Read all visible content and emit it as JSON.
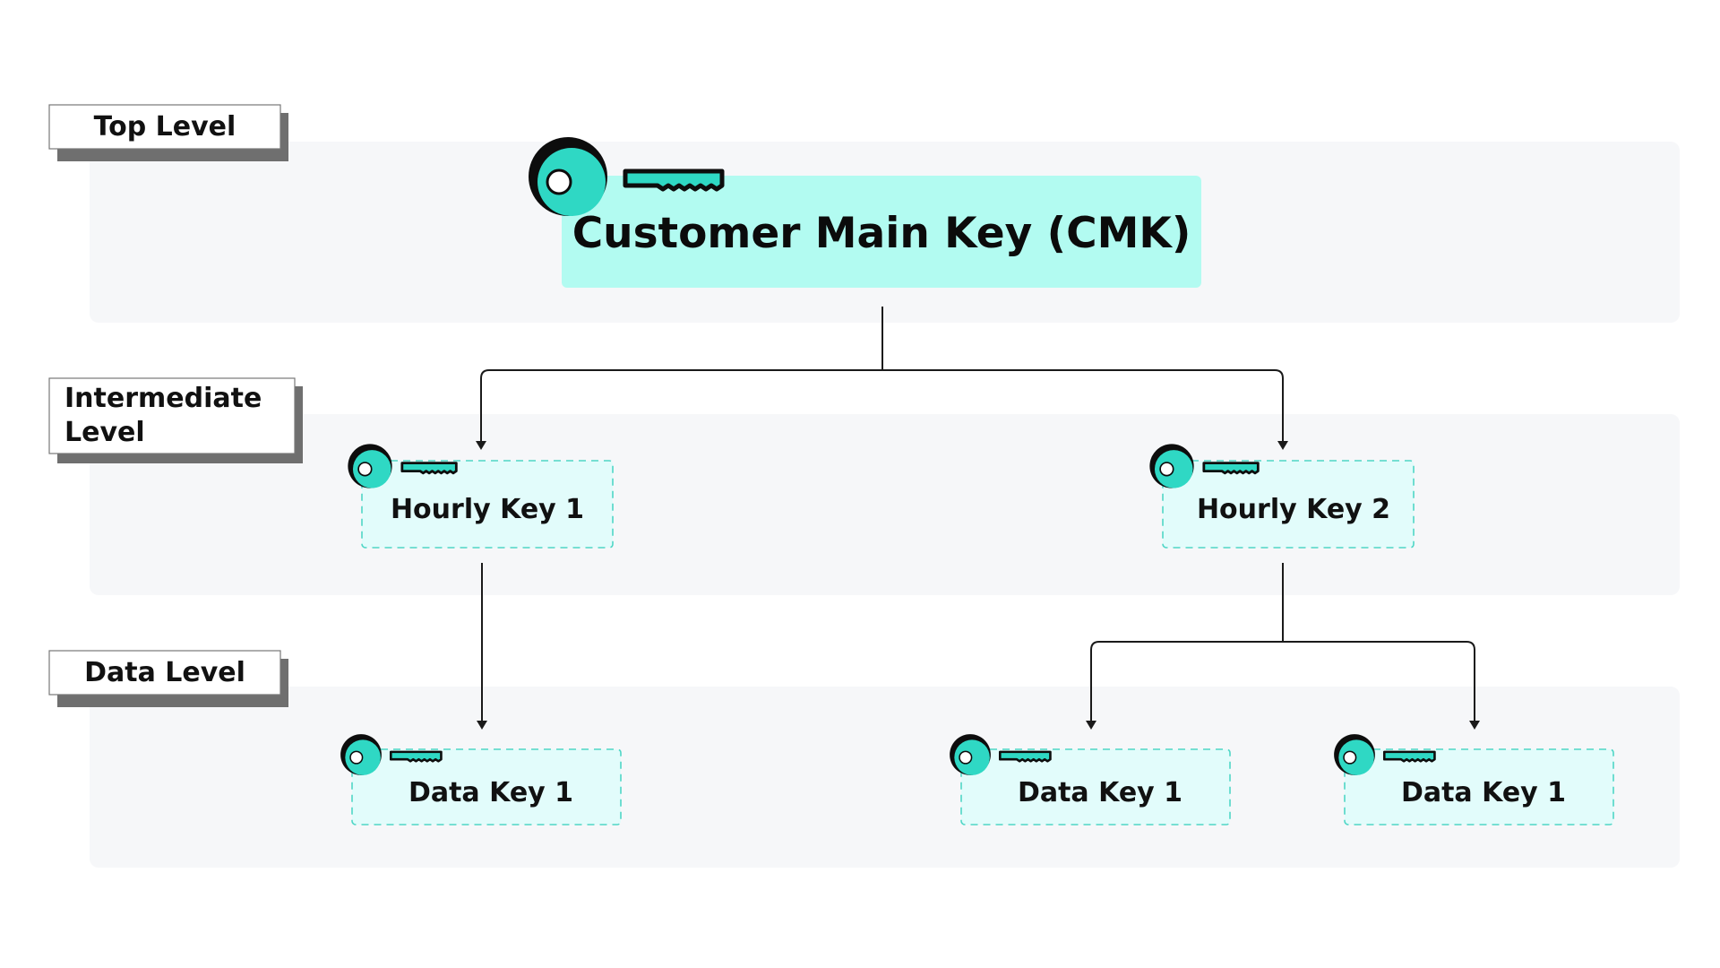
{
  "levels": {
    "top": "Top Level",
    "intermediate_line1": "Intermediate",
    "intermediate_line2": "Level",
    "data": "Data Level"
  },
  "cmk": {
    "label": "Customer Main Key (CMK)"
  },
  "hourly_keys": [
    {
      "label": "Hourly Key 1"
    },
    {
      "label": "Hourly Key 2"
    }
  ],
  "data_keys": [
    {
      "label": "Data Key 1"
    },
    {
      "label": "Data Key 1"
    },
    {
      "label": "Data Key 1"
    }
  ],
  "colors": {
    "key_accent": "#2fd8c4",
    "cmk_fill": "#b2fbf1",
    "key_fill": "#e2fcfb",
    "band_fill": "#f6f7f9"
  },
  "icons": {
    "key": "key-icon"
  }
}
